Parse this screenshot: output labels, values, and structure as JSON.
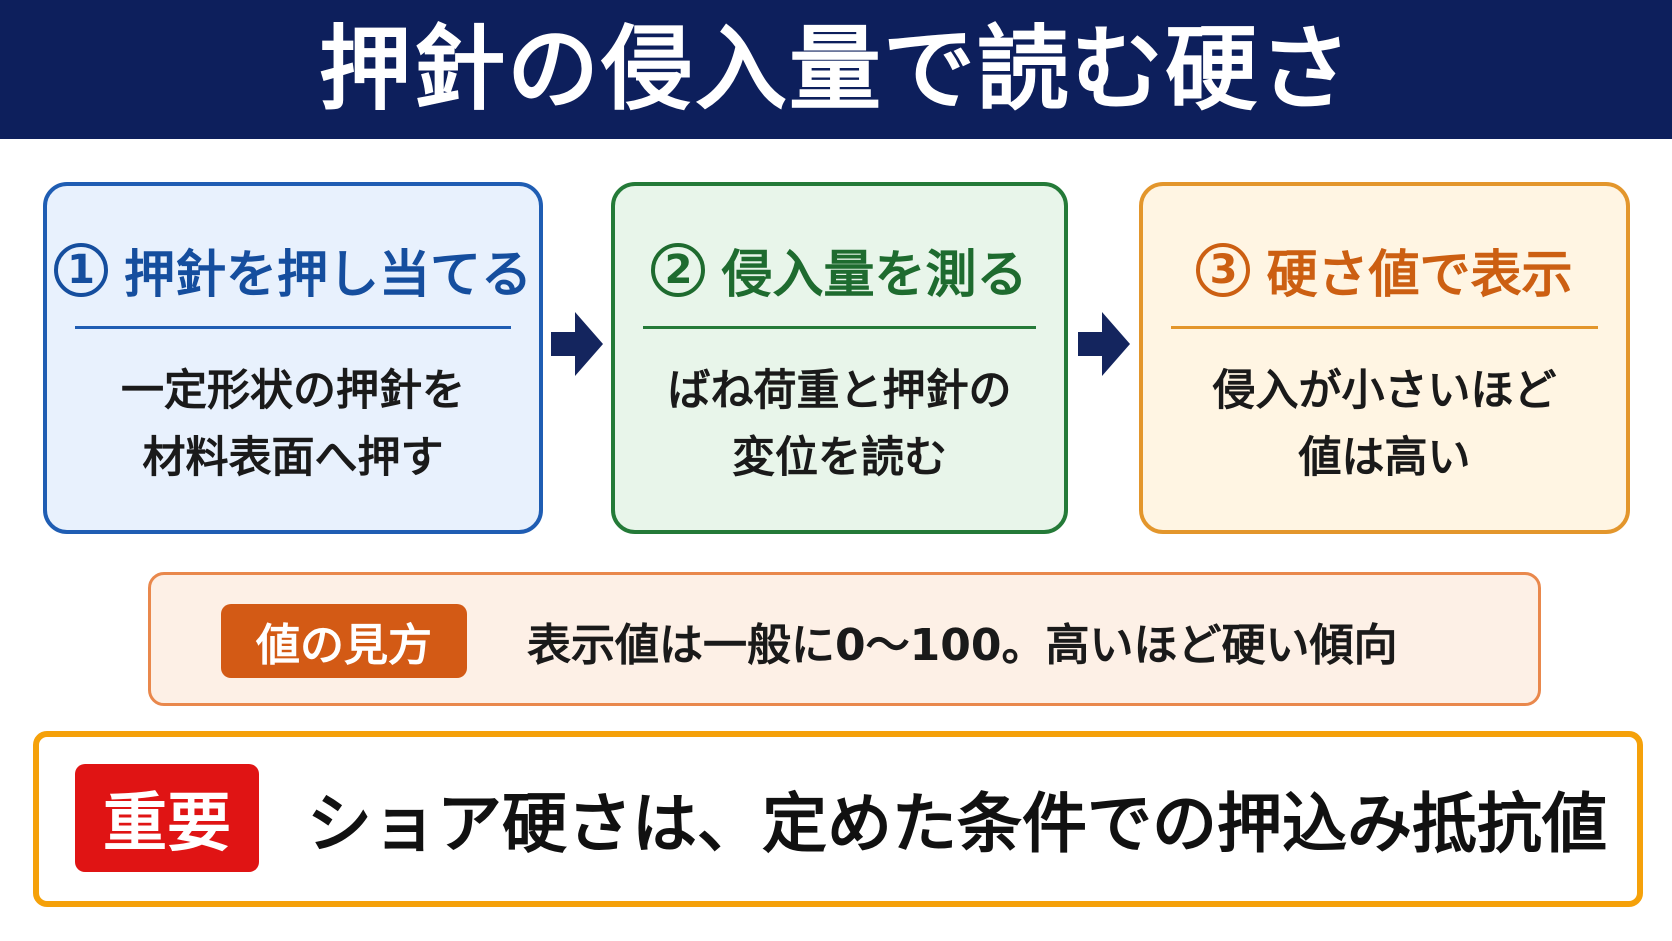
{
  "header": {
    "title": "押針の侵入量で読む硬さ"
  },
  "steps": [
    {
      "number": "1",
      "heading": "押針を押し当てる",
      "lines": [
        "一定形状の押針を",
        "材料表面へ押す"
      ]
    },
    {
      "number": "2",
      "heading": "侵入量を測る",
      "lines": [
        "ばね荷重と押針の",
        "変位を読む"
      ]
    },
    {
      "number": "3",
      "heading": "硬さ値で表示",
      "lines": [
        "侵入が小さいほど",
        "値は高い"
      ]
    }
  ],
  "note": {
    "tag": "値の見方",
    "text": "表示値は一般に0〜100。高いほど硬い傾向"
  },
  "important": {
    "tag": "重要",
    "text": "ショア硬さは、定めた条件での押込み抵抗値"
  },
  "colors": {
    "header_bg": "#0d1f5c",
    "step1": "#1f5db3",
    "step2": "#247a38",
    "step3": "#e3962c",
    "note_tag": "#d35a15",
    "important_tag": "#e01414",
    "important_border": "#f5a10a"
  }
}
